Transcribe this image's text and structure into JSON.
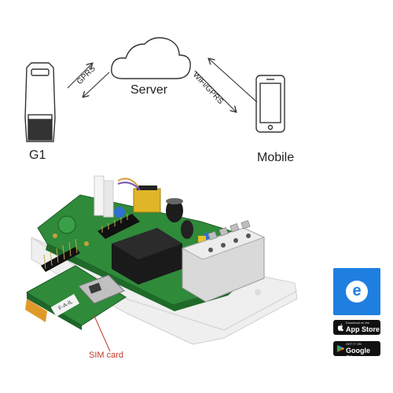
{
  "labels": {
    "g1": "G1",
    "server": "Server",
    "mobile": "Mobile",
    "gprs": "GPRS",
    "wifi_gprs": "WiFi/GPRS",
    "sim_card": "SIM card",
    "pcb_marking": "F-A-IL"
  },
  "badges": {
    "app_store_small": "Download on the",
    "app_store": "App Store",
    "google_play_small": "GET IT ON",
    "google_play": "Google Play",
    "app_icon_letter": "e"
  },
  "colors": {
    "app_blue": "#1f7fe0",
    "pcb_green": "#2f8a3a",
    "sim_line_red": "#c0392b",
    "enclosure_white": "#f2f2f2",
    "badge_black": "#111111"
  },
  "icons": [
    "g1-device-icon",
    "cloud-icon",
    "smartphone-icon",
    "apple-icon",
    "google-play-icon"
  ]
}
